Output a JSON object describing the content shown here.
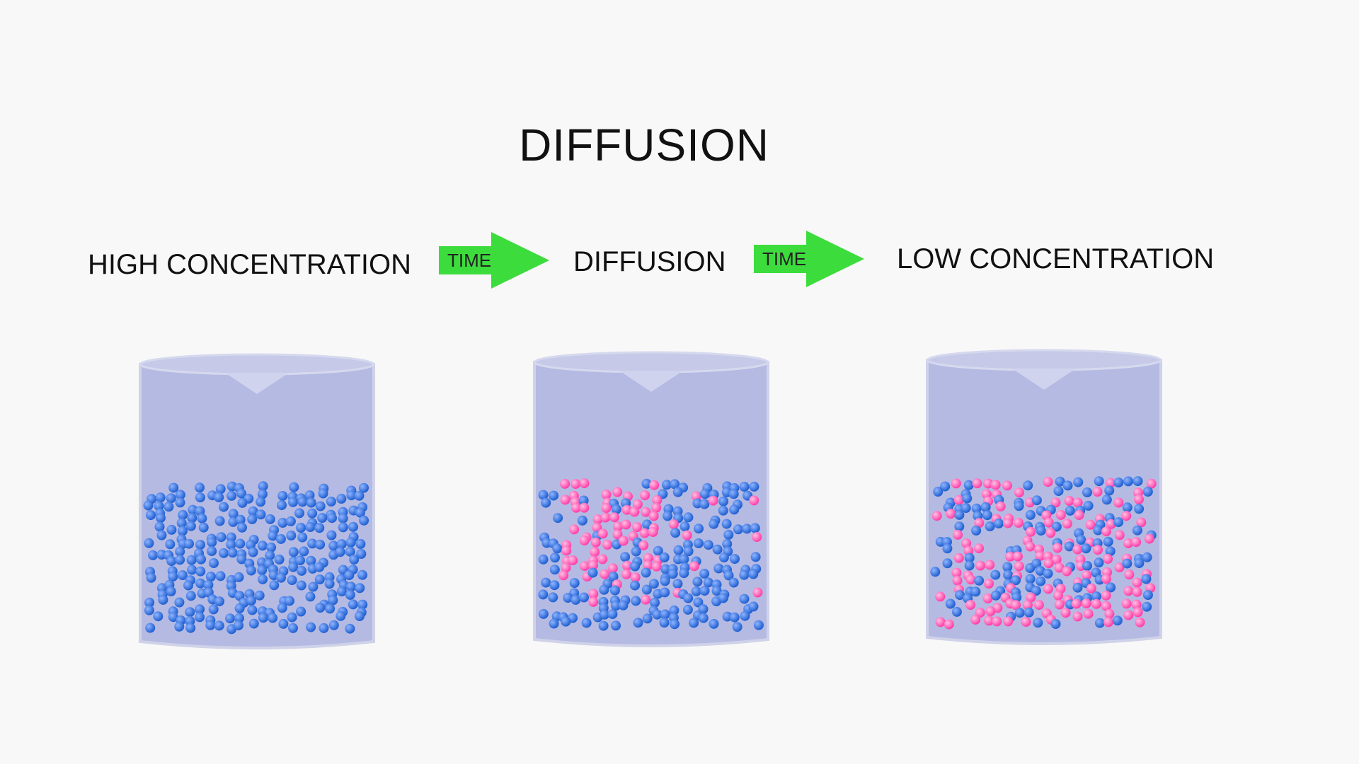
{
  "title": "DIFFUSION",
  "stages": [
    {
      "label": "HIGH CONCENTRATION",
      "mix": 0
    },
    {
      "label": "DIFFUSION",
      "mix": 0.35
    },
    {
      "label": "LOW CONCENTRATION",
      "mix": 0.55
    }
  ],
  "arrows": [
    {
      "label": "TIME"
    },
    {
      "label": "TIME"
    }
  ],
  "colors": {
    "arrow": "#3ddc3d",
    "beaker": "#aab0e0",
    "particle_a": "#1f5fd0",
    "particle_b": "#ff3fa8"
  }
}
